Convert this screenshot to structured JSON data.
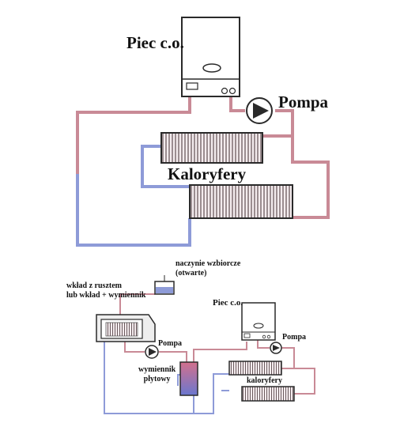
{
  "top": {
    "furnace_label": "Piec c.o.",
    "pump_label": "Pompa",
    "radiators_label": "Kaloryfery"
  },
  "bottom": {
    "expansion_line1": "naczynie wzbiorcze",
    "expansion_line2": "(otwarte)",
    "fireplace_line1": "wkład z rusztem",
    "fireplace_line2": "lub wkład + wymiennik",
    "furnace_label": "Piec c.o.",
    "pump_left_label": "Pompa",
    "pump_right_label": "Pompa",
    "exchanger_line1": "wymiennik",
    "exchanger_line2": "płytowy",
    "radiators_label": "kaloryfery"
  },
  "colors": {
    "hot_pipe": "#c98a96",
    "cold_pipe": "#8e9bd8",
    "outline": "#2a2a2a"
  }
}
